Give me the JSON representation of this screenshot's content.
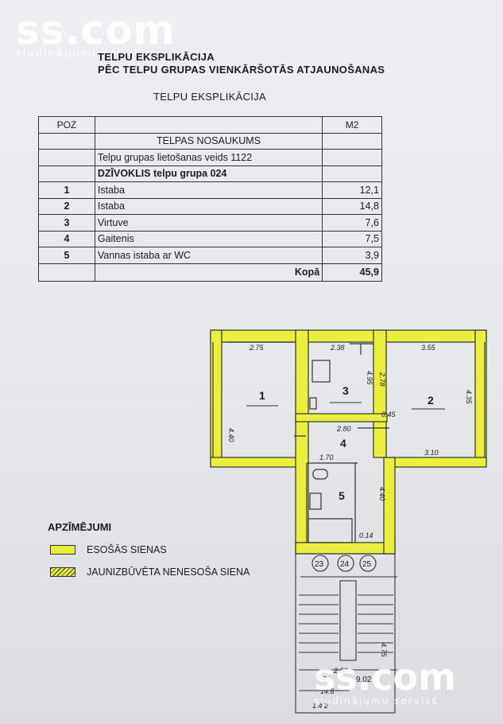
{
  "watermark": {
    "brand": "ss.com",
    "tagline": "sludinājumu serviss"
  },
  "titles": {
    "line1": "TELPU EKSPLIKĀCIJA",
    "line2": "PĒC TELPU GRUPAS VIENKĀRŠOTĀS ATJAUNOŠANAS",
    "line3": "TELPU EKSPLIKĀCIJA"
  },
  "table": {
    "col_pos": "POZ",
    "col_m2": "M2",
    "col_name": "TELPAS NOSAUKUMS",
    "usage": "Telpu grupas  lietošanas veids 1122",
    "flat": "DZĪVOKLIS  telpu grupa  024",
    "rows": [
      {
        "pos": "1",
        "name": "Istaba",
        "area": "12,1"
      },
      {
        "pos": "2",
        "name": "Istaba",
        "area": "14,8"
      },
      {
        "pos": "3",
        "name": "Virtuve",
        "area": "7,6"
      },
      {
        "pos": "4",
        "name": "Gaitenis",
        "area": "7,5"
      },
      {
        "pos": "5",
        "name": "Vannas istaba ar WC",
        "area": "3,9"
      }
    ],
    "total_label": "Kopā",
    "total_value": "45,9"
  },
  "plan": {
    "rooms": [
      "1",
      "2",
      "3",
      "4",
      "5"
    ],
    "dims": [
      "2.75",
      "2.38",
      "3.55",
      "4.40",
      "4.95",
      "2.78",
      "4.35",
      "2.80",
      "0.45",
      "1.70",
      "3.10",
      "4.40",
      "0.14",
      "4.75",
      "2.80",
      "14.6",
      "1.4 2"
    ],
    "stair_numbers": [
      "23",
      "24",
      "25",
      "9",
      "9.02"
    ]
  },
  "legend": {
    "title": "APZĪMĒJUMI",
    "existing": "ESOŠĀS SIENAS",
    "new": "JAUNIZBŪVĒTA NENESOŠA SIENA"
  },
  "colors": {
    "wall_fill": "#e9ef3a",
    "ink": "#1d1d22",
    "paper": "#e7e8ec"
  }
}
